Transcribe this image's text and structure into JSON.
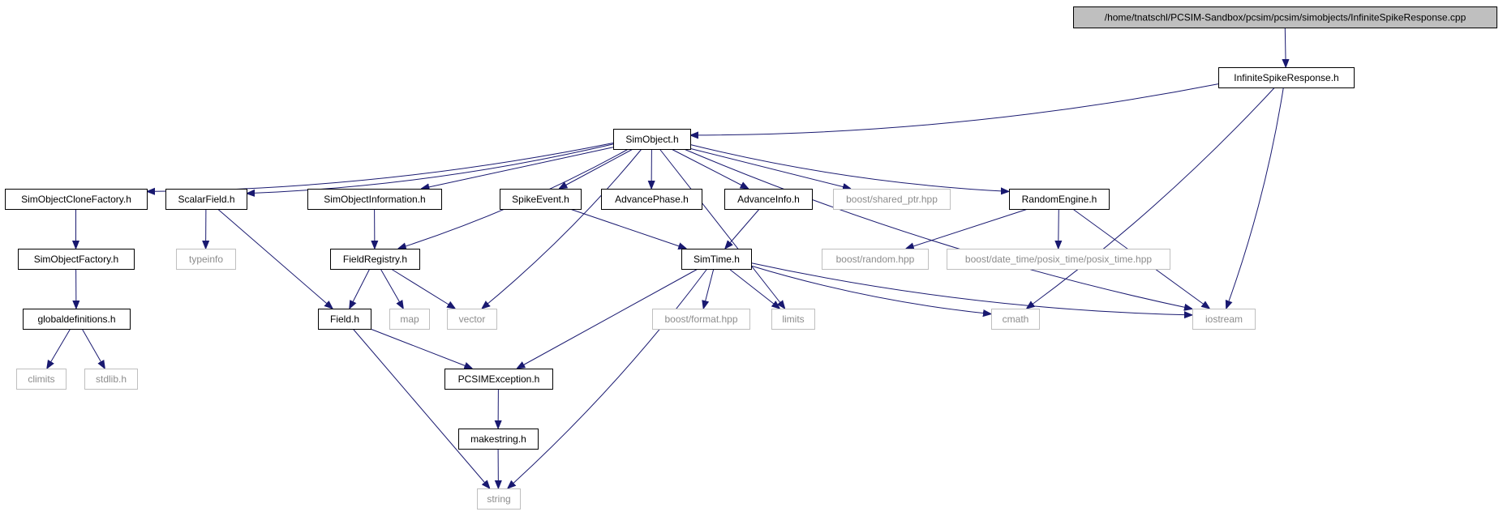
{
  "graph": {
    "nodes": [
      {
        "id": "root",
        "label": "/home/tnatschl/PCSIM-Sandbox/pcsim/pcsim/simobjects/InfiniteSpikeResponse.cpp",
        "kind": "root"
      },
      {
        "id": "isr",
        "label": "InfiniteSpikeResponse.h",
        "kind": "local"
      },
      {
        "id": "simobject",
        "label": "SimObject.h",
        "kind": "local"
      },
      {
        "id": "clonefactory",
        "label": "SimObjectCloneFactory.h",
        "kind": "local"
      },
      {
        "id": "scalarfield",
        "label": "ScalarField.h",
        "kind": "local"
      },
      {
        "id": "soinfo",
        "label": "SimObjectInformation.h",
        "kind": "local"
      },
      {
        "id": "spikeevent",
        "label": "SpikeEvent.h",
        "kind": "local"
      },
      {
        "id": "advancephase",
        "label": "AdvancePhase.h",
        "kind": "local"
      },
      {
        "id": "advanceinfo",
        "label": "AdvanceInfo.h",
        "kind": "local"
      },
      {
        "id": "sharedptr",
        "label": "boost/shared_ptr.hpp",
        "kind": "ext"
      },
      {
        "id": "randomengine",
        "label": "RandomEngine.h",
        "kind": "local"
      },
      {
        "id": "sofactory",
        "label": "SimObjectFactory.h",
        "kind": "local"
      },
      {
        "id": "typeinfo",
        "label": "typeinfo",
        "kind": "ext"
      },
      {
        "id": "fieldregistry",
        "label": "FieldRegistry.h",
        "kind": "local"
      },
      {
        "id": "simtime",
        "label": "SimTime.h",
        "kind": "local"
      },
      {
        "id": "boostrandom",
        "label": "boost/random.hpp",
        "kind": "ext"
      },
      {
        "id": "posixtime",
        "label": "boost/date_time/posix_time/posix_time.hpp",
        "kind": "ext"
      },
      {
        "id": "globaldefs",
        "label": "globaldefinitions.h",
        "kind": "local"
      },
      {
        "id": "field",
        "label": "Field.h",
        "kind": "local"
      },
      {
        "id": "map",
        "label": "map",
        "kind": "ext"
      },
      {
        "id": "vector",
        "label": "vector",
        "kind": "ext"
      },
      {
        "id": "boostformat",
        "label": "boost/format.hpp",
        "kind": "ext"
      },
      {
        "id": "limits",
        "label": "limits",
        "kind": "ext"
      },
      {
        "id": "cmath",
        "label": "cmath",
        "kind": "ext"
      },
      {
        "id": "iostream",
        "label": "iostream",
        "kind": "ext"
      },
      {
        "id": "climits",
        "label": "climits",
        "kind": "ext"
      },
      {
        "id": "stdlib",
        "label": "stdlib.h",
        "kind": "ext"
      },
      {
        "id": "pcsimexception",
        "label": "PCSIMException.h",
        "kind": "local"
      },
      {
        "id": "makestring",
        "label": "makestring.h",
        "kind": "local"
      },
      {
        "id": "string",
        "label": "string",
        "kind": "ext"
      }
    ],
    "edges": [
      [
        "root",
        "isr"
      ],
      [
        "isr",
        "simobject"
      ],
      [
        "isr",
        "cmath"
      ],
      [
        "isr",
        "iostream"
      ],
      [
        "simobject",
        "clonefactory"
      ],
      [
        "simobject",
        "scalarfield"
      ],
      [
        "simobject",
        "soinfo"
      ],
      [
        "simobject",
        "fieldregistry"
      ],
      [
        "simobject",
        "vector"
      ],
      [
        "simobject",
        "spikeevent"
      ],
      [
        "simobject",
        "advancephase"
      ],
      [
        "simobject",
        "advanceinfo"
      ],
      [
        "simobject",
        "sharedptr"
      ],
      [
        "simobject",
        "randomengine"
      ],
      [
        "simobject",
        "limits"
      ],
      [
        "simobject",
        "iostream"
      ],
      [
        "clonefactory",
        "sofactory"
      ],
      [
        "sofactory",
        "globaldefs"
      ],
      [
        "globaldefs",
        "climits"
      ],
      [
        "globaldefs",
        "stdlib"
      ],
      [
        "scalarfield",
        "typeinfo"
      ],
      [
        "scalarfield",
        "field"
      ],
      [
        "soinfo",
        "fieldregistry"
      ],
      [
        "fieldregistry",
        "field"
      ],
      [
        "fieldregistry",
        "map"
      ],
      [
        "fieldregistry",
        "vector"
      ],
      [
        "field",
        "pcsimexception"
      ],
      [
        "field",
        "string"
      ],
      [
        "spikeevent",
        "simtime"
      ],
      [
        "advanceinfo",
        "simtime"
      ],
      [
        "simtime",
        "pcsimexception"
      ],
      [
        "simtime",
        "string"
      ],
      [
        "simtime",
        "boostformat"
      ],
      [
        "simtime",
        "limits"
      ],
      [
        "simtime",
        "cmath"
      ],
      [
        "simtime",
        "iostream"
      ],
      [
        "randomengine",
        "boostrandom"
      ],
      [
        "randomengine",
        "posixtime"
      ],
      [
        "randomengine",
        "iostream"
      ],
      [
        "pcsimexception",
        "makestring"
      ],
      [
        "makestring",
        "string"
      ]
    ]
  }
}
